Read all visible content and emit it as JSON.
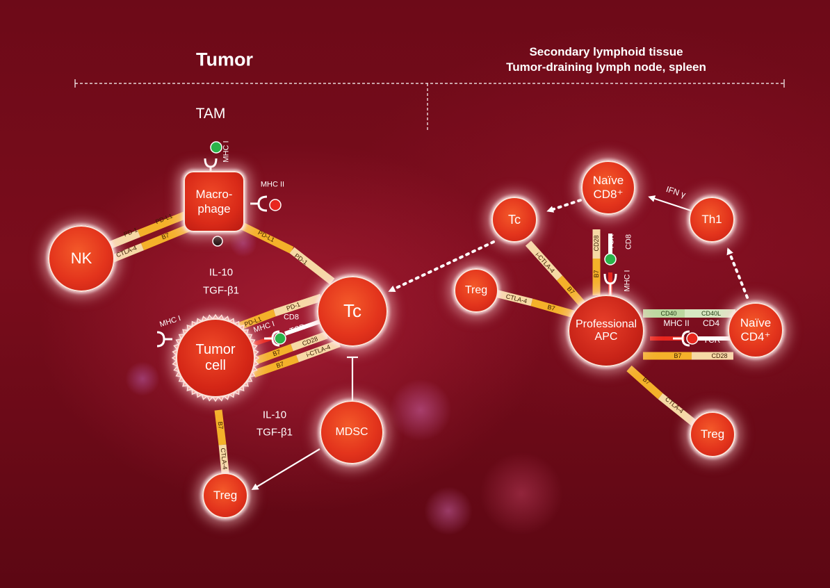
{
  "headers": {
    "tumor": "Tumor",
    "lymphoid_line1": "Secondary lymphoid tissue",
    "lymphoid_line2": "Tumor-draining lymph node, spleen",
    "tam": "TAM"
  },
  "cells": {
    "macrophage": [
      "Macro-",
      "phage"
    ],
    "nk": "NK",
    "tc_tumor": "Tc",
    "tumor_cell": [
      "Tumor",
      "cell"
    ],
    "mdsc": "MDSC",
    "treg_tumor": "Treg",
    "tc_lymph": "Tc",
    "naive_cd8": [
      "Naïve",
      "CD8⁺"
    ],
    "th1": "Th1",
    "treg_left": "Treg",
    "apc": [
      "Professional",
      "APC"
    ],
    "naive_cd4": [
      "Naïve",
      "CD4⁺"
    ],
    "treg_bottom": "Treg"
  },
  "cytokines": {
    "upper": [
      "IL-10",
      "TGF-β1"
    ],
    "lower": [
      "IL-10",
      "TGF-β1"
    ],
    "ifn": "IFN γ"
  },
  "receptors": {
    "mhc1": "MHC I",
    "mhc2": "MHC II",
    "mhc1_tumor": "MHC I",
    "cd8": "CD8",
    "tcr": "TCR",
    "mhc1_tc": "MHC I",
    "cd8_apc": "CD8",
    "tcr_apc": "TCR",
    "mhc1_apc": "MHC I",
    "mhc2_apc": "MHC II",
    "cd4_apc": "CD4",
    "tcr_cd4": "TCR"
  },
  "bars": {
    "pd1": "PD-1",
    "pdl1": "PD-L1",
    "ctla4": "CTLA-4",
    "b7": "B7",
    "cd28": "CD28",
    "ictla4": "i-CTLA-4",
    "cd40": "CD40",
    "cd40l": "CD40L"
  },
  "colors": {
    "cell_fill": "#e3341c",
    "bar_yellow": "#f4b12a",
    "bar_cream": "#f6d9a5",
    "bar_green": "#bcd8a0",
    "antigen_green": "#2bb34a",
    "antigen_red": "#e8271f",
    "line": "#ffffff"
  },
  "icons": [
    "receptor-y-icon",
    "antigen-dot-icon",
    "dashed-arrow-icon",
    "inhibition-bar-icon"
  ]
}
